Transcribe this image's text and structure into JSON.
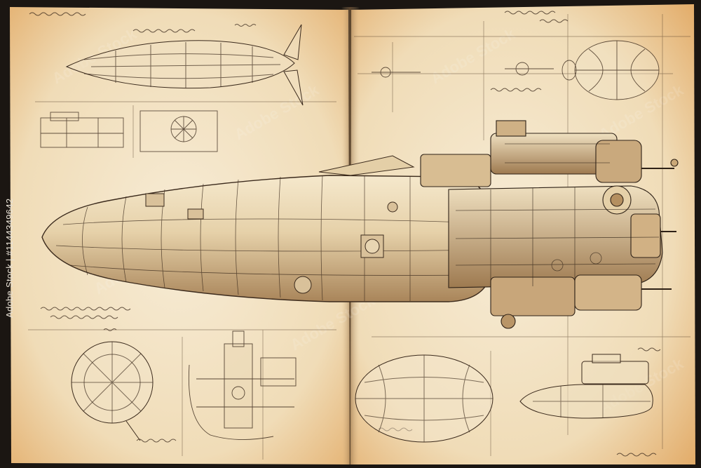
{
  "image": {
    "subject": "steampunk-airship-blueprint-notebook",
    "watermark": "Adobe Stock",
    "stock_id": "Adobe Stock | #1144349642"
  },
  "colors": {
    "background": "#1b1612",
    "paper": "#f1e4c9",
    "paper_stain": "#e7b779",
    "ink": "#3b2a1c",
    "hull": "#e9d6b0",
    "hull_shade": "#b99566"
  },
  "icons": [
    "airship-fish-icon",
    "engine-cluster-icon",
    "propeller-icon",
    "hull-section-icon"
  ]
}
